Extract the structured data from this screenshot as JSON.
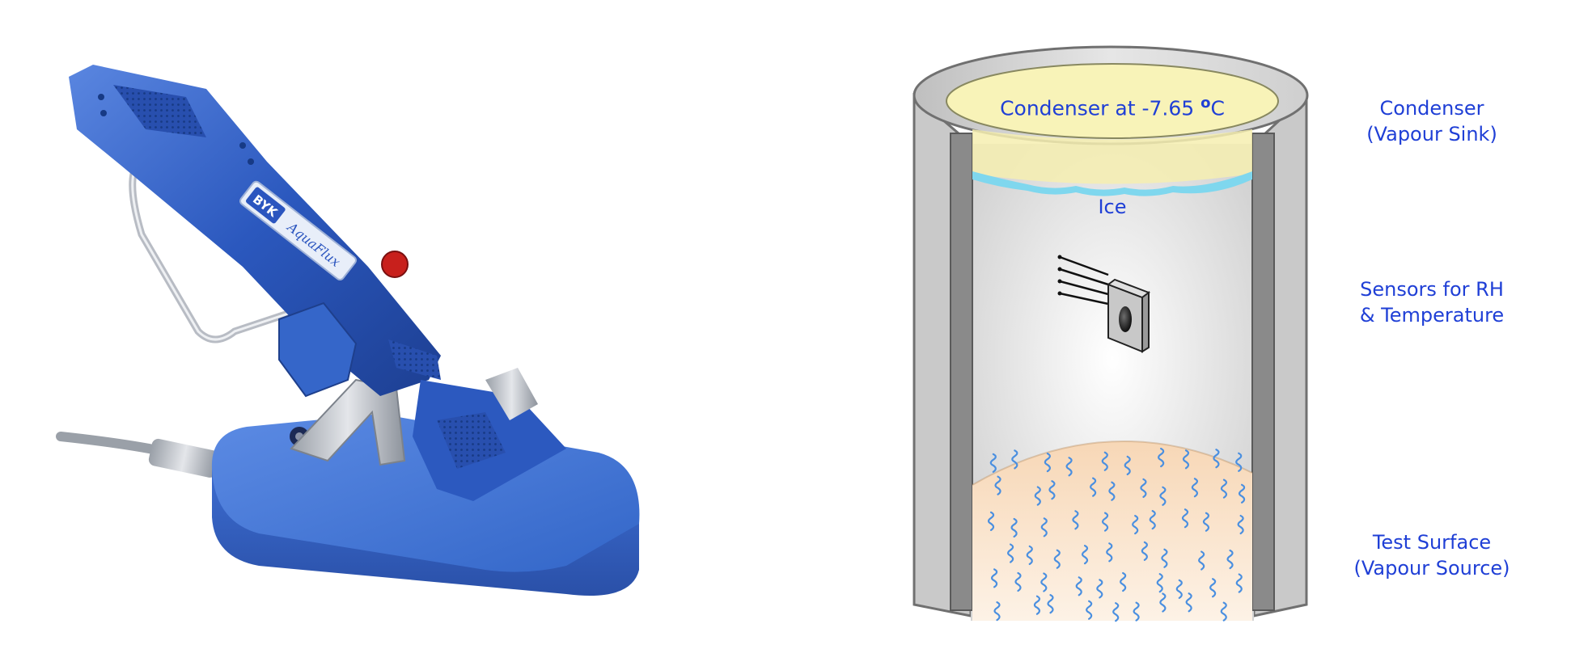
{
  "logo": {
    "brand": "BYK",
    "product": "AquaFlux"
  },
  "diagram": {
    "condenser_text_prefix": "Condenser at -7.65 ",
    "condenser_degree": "o",
    "condenser_unit": "C",
    "ice_label": "Ice",
    "right_labels": {
      "condenser": [
        "Condenser",
        "(Vapour Sink)"
      ],
      "sensors": [
        "Sensors for RH",
        "& Temperature"
      ],
      "surface": [
        "Test Surface",
        "(Vapour Source)"
      ]
    }
  },
  "colors": {
    "device_blue": "#2f5fc4",
    "label_blue": "#1f3fd6",
    "condenser_yellow": "#f8f3b8",
    "ice_cyan": "#7fd7ee",
    "surface_peach": "#fbe3cc",
    "vapour_blue": "#4a8fe0"
  }
}
